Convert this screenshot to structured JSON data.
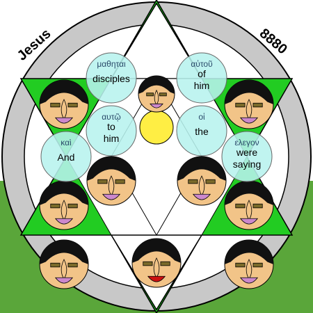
{
  "labels": {
    "title": "Jesus",
    "number": "8880"
  },
  "words": [
    {
      "greek": "μαθηται",
      "english": [
        "disciples"
      ]
    },
    {
      "greek": "αὐτοῦ",
      "english": [
        "of",
        "him"
      ]
    },
    {
      "greek": "αυτῷ",
      "english": [
        "to",
        "him"
      ]
    },
    {
      "greek": "οἱ",
      "english": [
        "the"
      ]
    },
    {
      "greek": "καὶ",
      "english": [
        "And"
      ]
    },
    {
      "greek": "ελεγον",
      "english": [
        "were",
        "saying"
      ]
    }
  ],
  "colors": {
    "background": "#ffffff",
    "ground": "#5aa63a",
    "outer_ring": "#c8c8c8",
    "triangles": "#22cc22",
    "star": "#ffffff",
    "bubble": "#b7f2ee",
    "skin": "#f2c488",
    "hair": "#111111",
    "halo": "#ffee44",
    "robe_accent": "#cc88cc",
    "beard": "#7a6a2a",
    "mouth": "#cc1111"
  }
}
